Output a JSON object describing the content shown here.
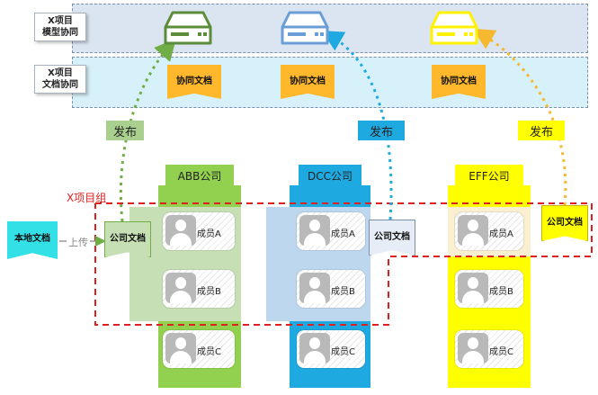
{
  "left_labels": {
    "model_line1": "X项目",
    "model_line2": "模型协同",
    "doc_line1": "X项目",
    "doc_line2": "文档协同"
  },
  "collab_docs": [
    "协同文档",
    "协同文档",
    "协同文档"
  ],
  "publish": [
    "发布",
    "发布",
    "发布"
  ],
  "companies": [
    {
      "name": "ABB公司",
      "color": "#92d050",
      "tag_color": "#92d050"
    },
    {
      "name": "DCC公司",
      "color": "#1fa9e1",
      "tag_color": "#1fa9e1"
    },
    {
      "name": "EFF公司",
      "color": "#ffff00",
      "tag_color": "#ffff00"
    }
  ],
  "members": [
    "成员A",
    "成员B",
    "成员C"
  ],
  "company_doc": "公司文档",
  "local_doc": "本地文档",
  "upload": "上传",
  "project_group": "X项目组",
  "colors": {
    "server_green": "#5b8c3a",
    "server_blue": "#6b9ed6",
    "server_yellow": "#fff200",
    "arrow_green": "#70ad47",
    "arrow_blue": "#1fa9e1",
    "arrow_yellow": "#f5b82e",
    "dashed_red": "#e02020"
  },
  "icons": [
    "server-icon",
    "person-icon",
    "arrow-icon"
  ]
}
